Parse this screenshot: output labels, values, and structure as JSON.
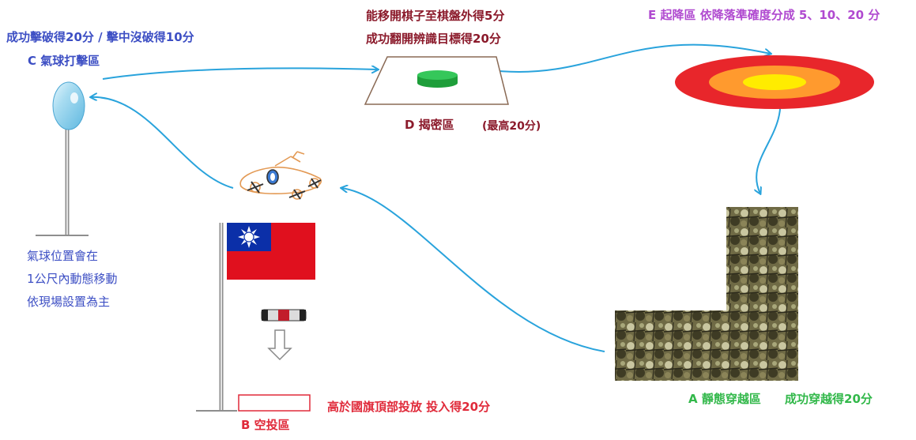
{
  "zones": {
    "c": {
      "score_rule": "成功擊破得20分 / 擊中沒破得10分",
      "title": "C 氣球打擊區",
      "note_lines": [
        "氣球位置會在",
        "1公尺內動態移動",
        "依現場設置為主"
      ]
    },
    "d": {
      "rule_line1": "能移開棋子至棋盤外得5分",
      "rule_line2": "成功翻開辨識目標得20分",
      "title": "D 揭密區",
      "max_score": "(最高20分)"
    },
    "e": {
      "title": "E  起降區  依降落準確度分成 5、10、20 分"
    },
    "a": {
      "title": "A 靜態穿越區",
      "score_rule": "成功穿越得20分"
    },
    "b": {
      "title": "B 空投區",
      "score_rule": "高於國旗頂部投放 投入得20分"
    }
  },
  "colors": {
    "arrow": "#29a3dc",
    "balloon": "#9fd3ec",
    "flag_red": "#e0101e",
    "flag_blue": "#0b2fa8",
    "target_outer": "#e8262b",
    "target_middle": "#ff9a2e",
    "target_inner": "#ffec00",
    "chess_piece": "#2bb84a",
    "drone": "#e39a55",
    "drop_zone": "#e02a3a"
  }
}
